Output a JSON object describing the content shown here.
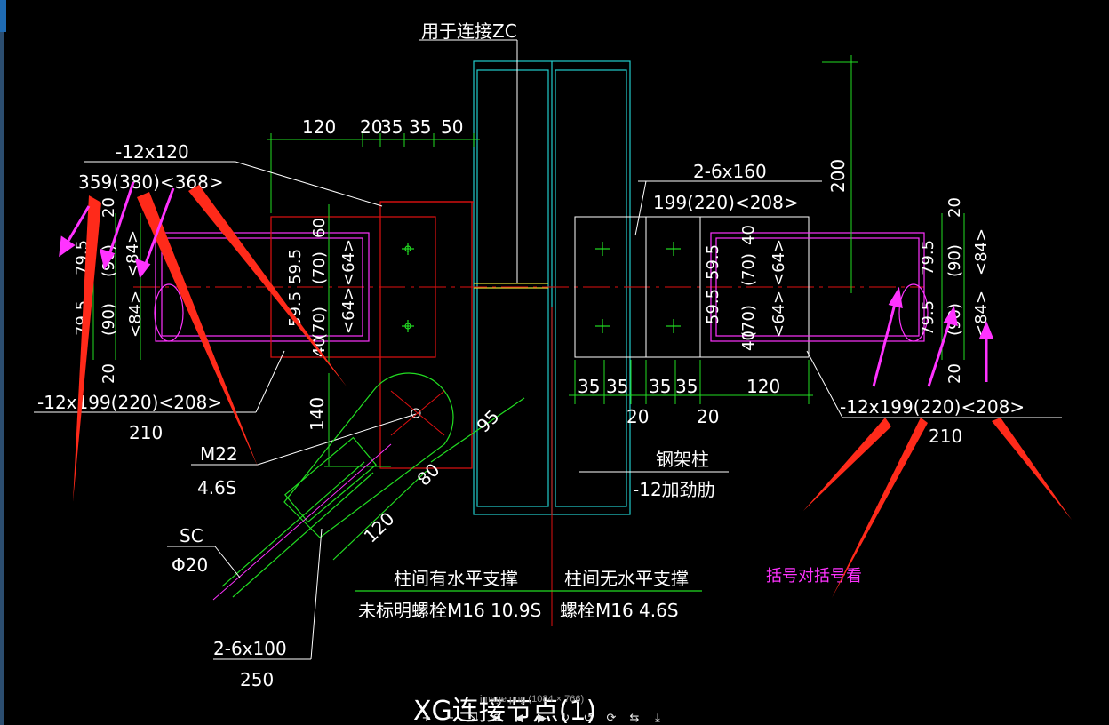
{
  "drawing": {
    "title_label": "用于连接ZC",
    "title_bottom": "XG连接节点(1)",
    "note": "括号对括号看",
    "left": {
      "dims_top": [
        "120",
        "20",
        "35",
        "35",
        "50"
      ],
      "plate_label": "-12x120",
      "plate_dims": "359(380)<368>",
      "v_dims_outer": [
        "20",
        "79.5",
        "79.5",
        "20"
      ],
      "v_dims_mid": [
        "(90)",
        "(90)"
      ],
      "v_dims_inner": [
        "<84>",
        "<84>"
      ],
      "v_dims_plate1": [
        "60",
        "59.5",
        "59.5",
        "40"
      ],
      "v_dims_plate2": [
        "(70)",
        "(70)"
      ],
      "v_dims_plate3": [
        "<64>",
        "<64>"
      ],
      "bottom_label": "-12x199(220)<208>",
      "bottom_value": "210",
      "dim_140": "140",
      "bolt_label": "M22",
      "bolt_grade": "4.6S"
    },
    "diagonal": {
      "dim_95": "95",
      "dim_80": "80",
      "dim_120": "120",
      "sc_label": "SC",
      "sc_value": "Φ20",
      "plate_label": "2-6x100",
      "plate_value": "250"
    },
    "right": {
      "label_top": "2-6x160",
      "dim_200": "200",
      "dims_top": "199(220)<208>",
      "v_dims_plate1": [
        "59.5",
        "59.5",
        "40",
        "40"
      ],
      "v_dims_plate2": [
        "(70)",
        "(70)"
      ],
      "v_dims_plate3": [
        "<64>",
        "<64>"
      ],
      "v_dims_outer": [
        "20",
        "79.5",
        "79.5",
        "20"
      ],
      "v_dims_mid": [
        "(90)",
        "(90)"
      ],
      "v_dims_inner": [
        "<84>",
        "<84>"
      ],
      "dims_bottom": [
        "35",
        "35",
        "35",
        "35",
        "120"
      ],
      "dims_bottom2": [
        "20",
        "20"
      ],
      "bottom_label": "-12x199(220)<208>",
      "bottom_value": "210",
      "steel_column": "钢架柱",
      "stiffener": "-12加劲肋"
    },
    "legend": {
      "with_brace": "柱间有水平支撑",
      "with_brace_bolt": "未标明螺栓M16 10.9S",
      "no_brace": "柱间无水平支撑",
      "no_brace_bolt": "螺栓M16 4.6S"
    },
    "colors": {
      "background": "#000000",
      "annotation_red": "#ff2a1a",
      "annotation_magenta": "#ff33ff",
      "line_green": "#22dd22",
      "line_cyan": "#22cccc",
      "line_red": "#e01010"
    }
  },
  "viewer": {
    "caption": "image.png (1084 × 766)",
    "toolbar": [
      "+",
      "−",
      "⇲",
      "⟲",
      "◀",
      "▶",
      "↻",
      "↺",
      "⟳",
      "⇆",
      "⤓"
    ]
  }
}
